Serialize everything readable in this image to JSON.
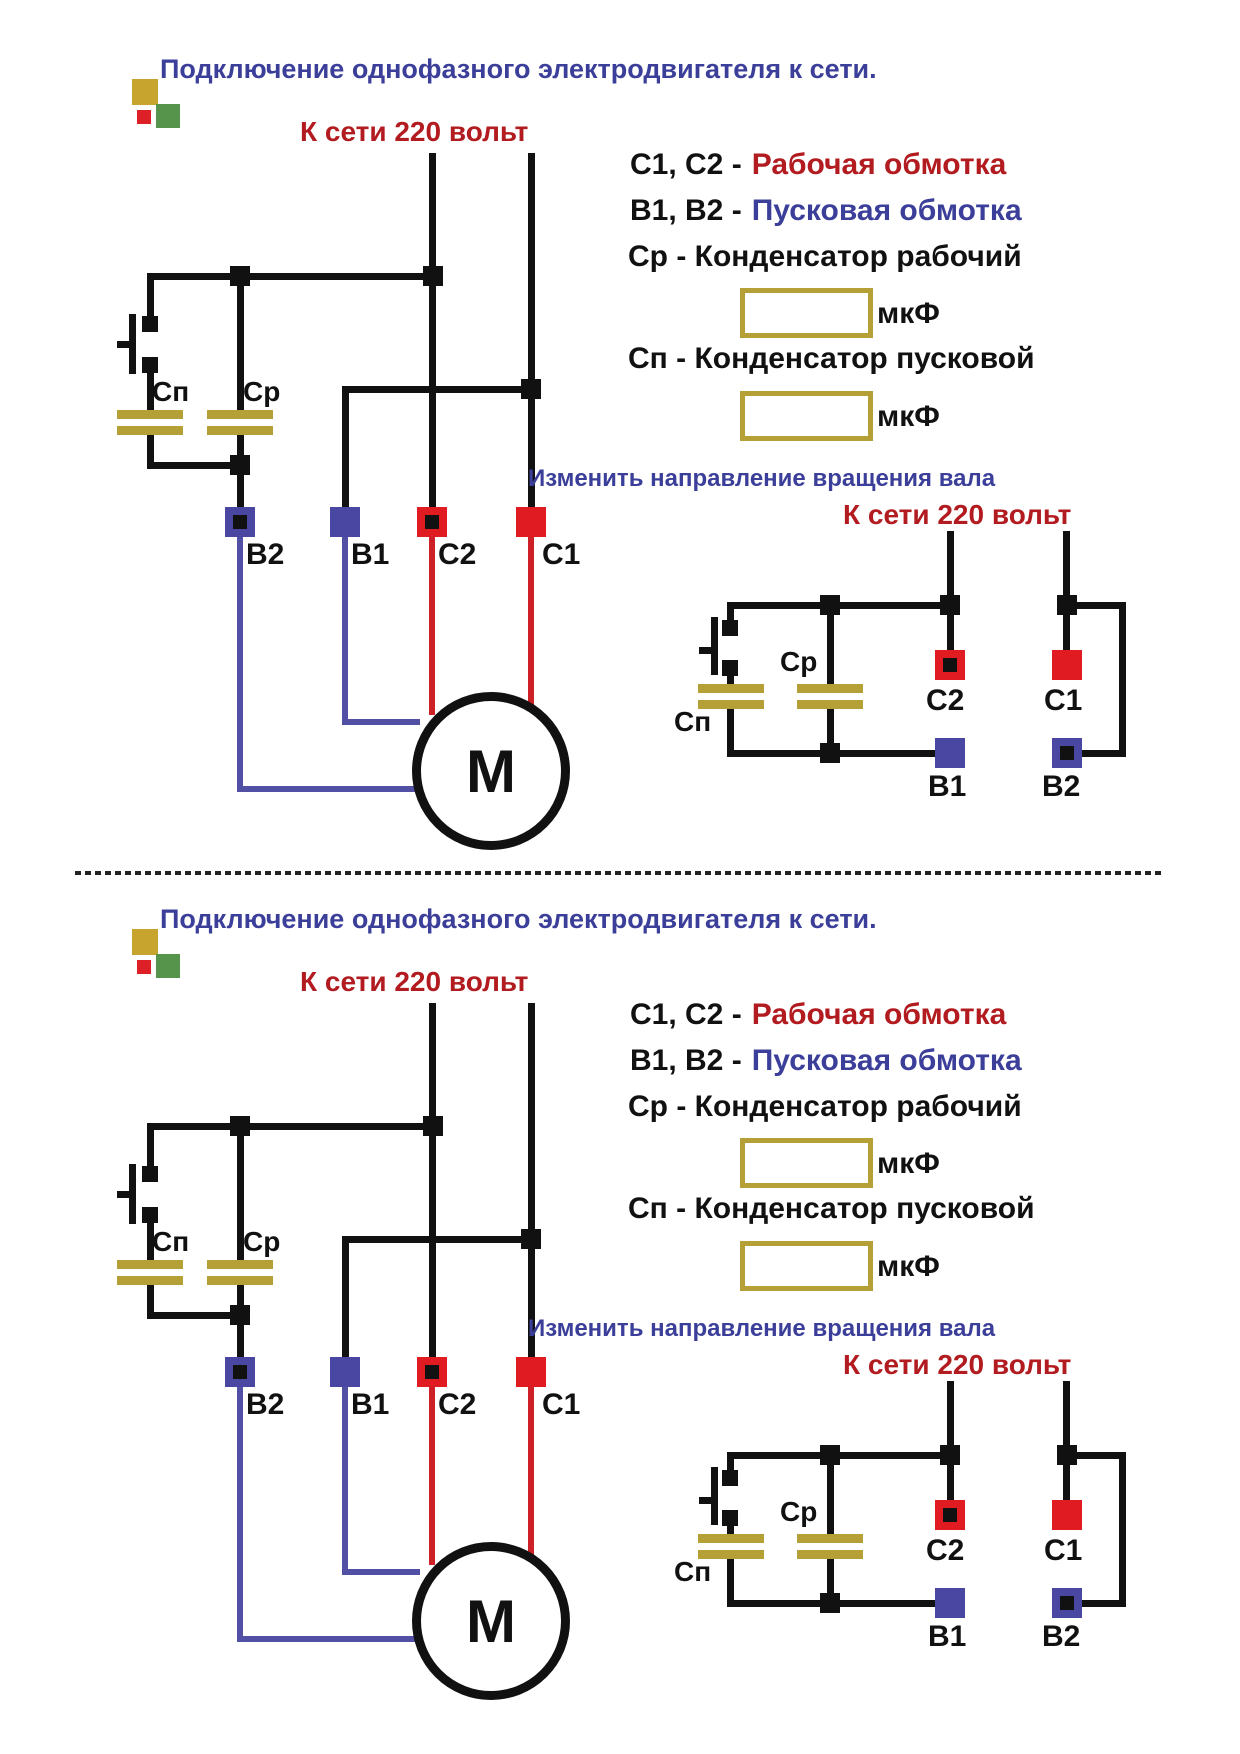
{
  "panel": {
    "title": "Подключение однофазного электродвигателя к сети.",
    "mains_label": "К сети 220 вольт",
    "legend": {
      "line1_keys": "С1, С2 -",
      "line1_value": "Рабочая обмотка",
      "line2_keys": "В1, В2 -",
      "line2_value": "Пусковая обмотка",
      "line3": "Ср - Конденсатор рабочий",
      "line4": "Сп - Конденсатор пусковой",
      "unit": "мкФ"
    },
    "labels": {
      "cap_start": "Сп",
      "cap_run": "Ср",
      "b2": "В2",
      "b1": "В1",
      "c2": "С2",
      "c1": "С1",
      "motor": "М"
    },
    "reverse": {
      "heading": "Изменить направление вращения вала",
      "mains_label": "К сети 220 вольт"
    },
    "colors": {
      "title_blue": "#3b3f99",
      "label_red": "#b21b1f",
      "terminal_red": "#e01b22",
      "terminal_blue": "#4a47a3",
      "wire_blue": "#5150a5",
      "wire_red": "#cd2127",
      "capacitor_gold": "#b5a038",
      "wire_black": "#111111",
      "logo_gold": "#c7a42e",
      "logo_red": "#dd2025",
      "logo_green": "#55944a"
    }
  }
}
